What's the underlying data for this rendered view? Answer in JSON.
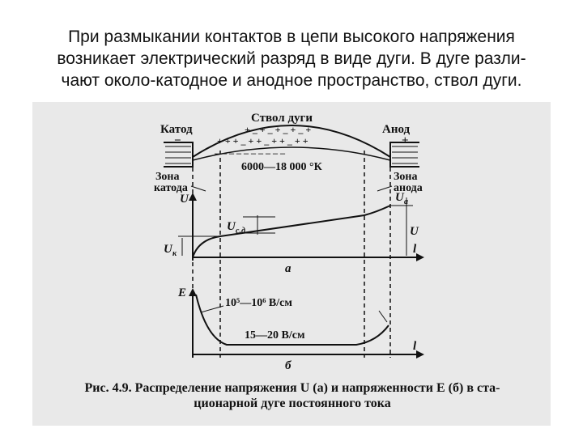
{
  "slide": {
    "text_lines": [
      "При размыкании контактов в цепи высокого напряжения",
      "возникает электрический разряд в виде дуги. В дуге разли-",
      "чают около-катодное и анодное пространство, ствол дуги."
    ]
  },
  "figure": {
    "labels": {
      "cathode": "Катод",
      "minus": "−",
      "arc_column": "Ствол дуги",
      "anode": "Анод",
      "plus": "+",
      "temperature": "6000—18 000 °К",
      "cathode_zone_1": "Зона",
      "cathode_zone_2": "катода",
      "anode_zone_1": "Зона",
      "anode_zone_2": "анода",
      "charges_row1": "+ _ + _ + _ + _ +",
      "charges_row2": "+ + + _ + + _ + + _ + +",
      "charges_row3": "_ _ _ _ _ _ _ _ _ _",
      "u_axis": "U",
      "u_anode": "U",
      "u_anode_sub": "a",
      "u_column": "U",
      "u_column_sub": "с.д",
      "u_right": "U",
      "u_cathode": "U",
      "u_cathode_sub": "к",
      "l_axis_a": "l",
      "panel_a": "а",
      "e_axis": "E",
      "gradient_high": "10⁵—10⁶ В/см",
      "gradient_low": "15—20 В/см",
      "l_axis_b": "l",
      "panel_b": "б"
    },
    "caption_lines": [
      "Рис. 4.9. Распределение напряжения U (а) и напряженности E (б) в ста-",
      "ционарной дуге постоянного тока"
    ]
  }
}
